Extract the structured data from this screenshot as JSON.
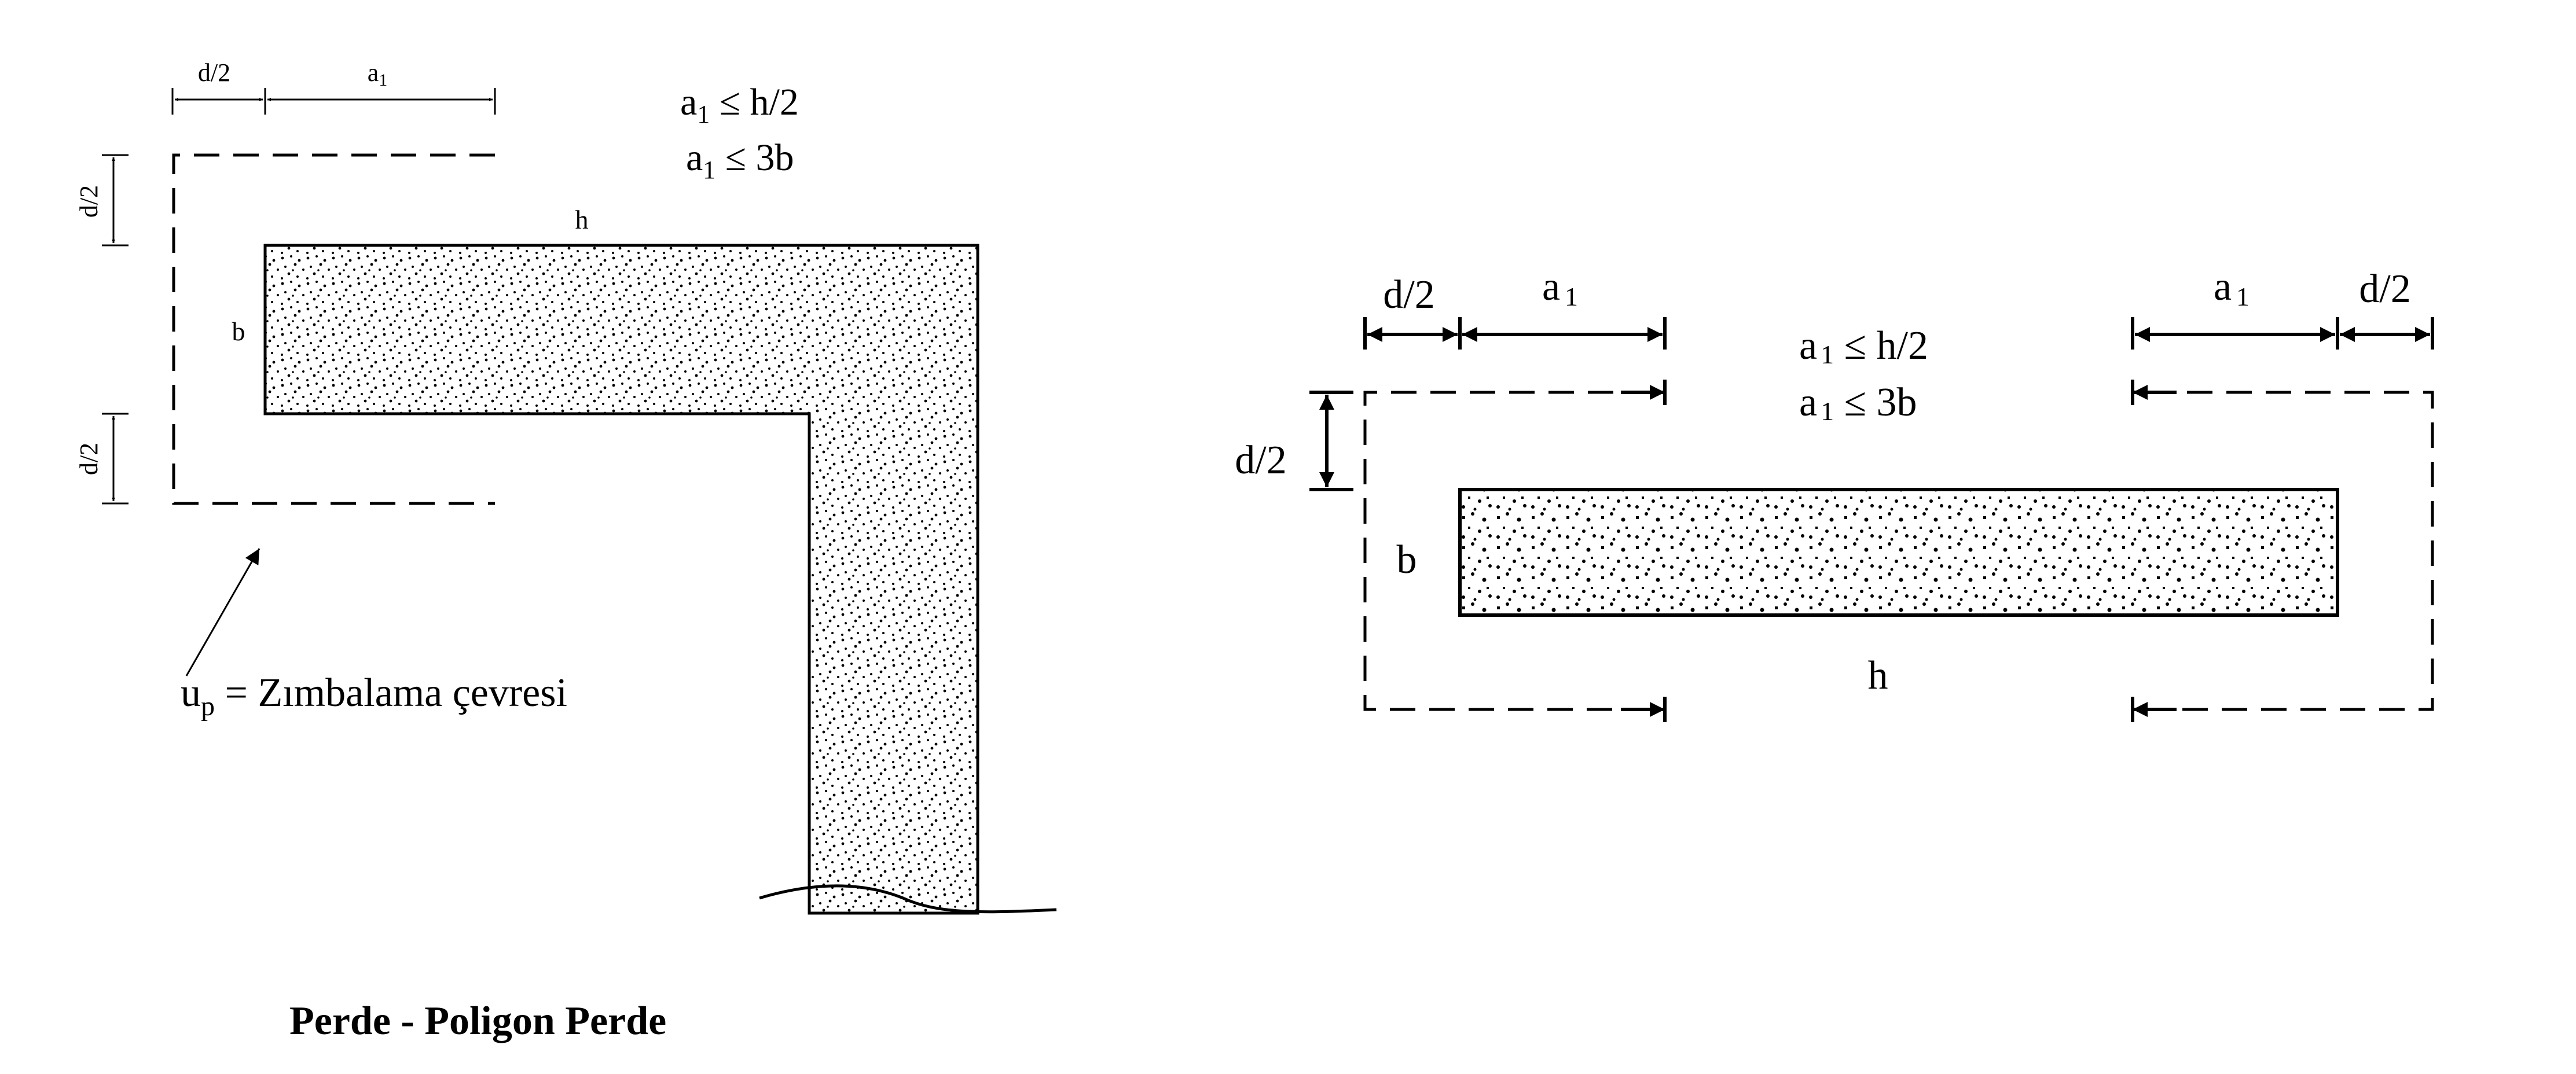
{
  "left_figure": {
    "dim_top_d2": "d/2",
    "dim_top_a1": "a",
    "dim_top_a1_sub": "1",
    "constraint_1": {
      "a": "a",
      "sub": "1",
      "rest": " ≤ h/2"
    },
    "constraint_2": {
      "a": "a",
      "sub": "1",
      "rest": " ≤ 3b"
    },
    "label_h": "h",
    "label_b": "b",
    "dim_side_upper": "d/2",
    "dim_side_lower": "d/2",
    "perimeter_label": {
      "u": "u",
      "sub": "p",
      "rest": " = Zımbalama çevresi"
    },
    "caption": "Perde - Poligon Perde"
  },
  "right_figure": {
    "dim_left_d2": "d/2",
    "dim_left_a1": {
      "a": "a",
      "sub": "1"
    },
    "dim_right_a1": {
      "a": "a",
      "sub": "1"
    },
    "dim_right_d2": "d/2",
    "constraint_1": {
      "a": "a",
      "sub": "1",
      "rest": " ≤ h/2"
    },
    "constraint_2": {
      "a": "a",
      "sub": "1",
      "rest": " ≤ 3b"
    },
    "dim_side_d2": "d/2",
    "label_b": "b",
    "label_h": "h"
  }
}
